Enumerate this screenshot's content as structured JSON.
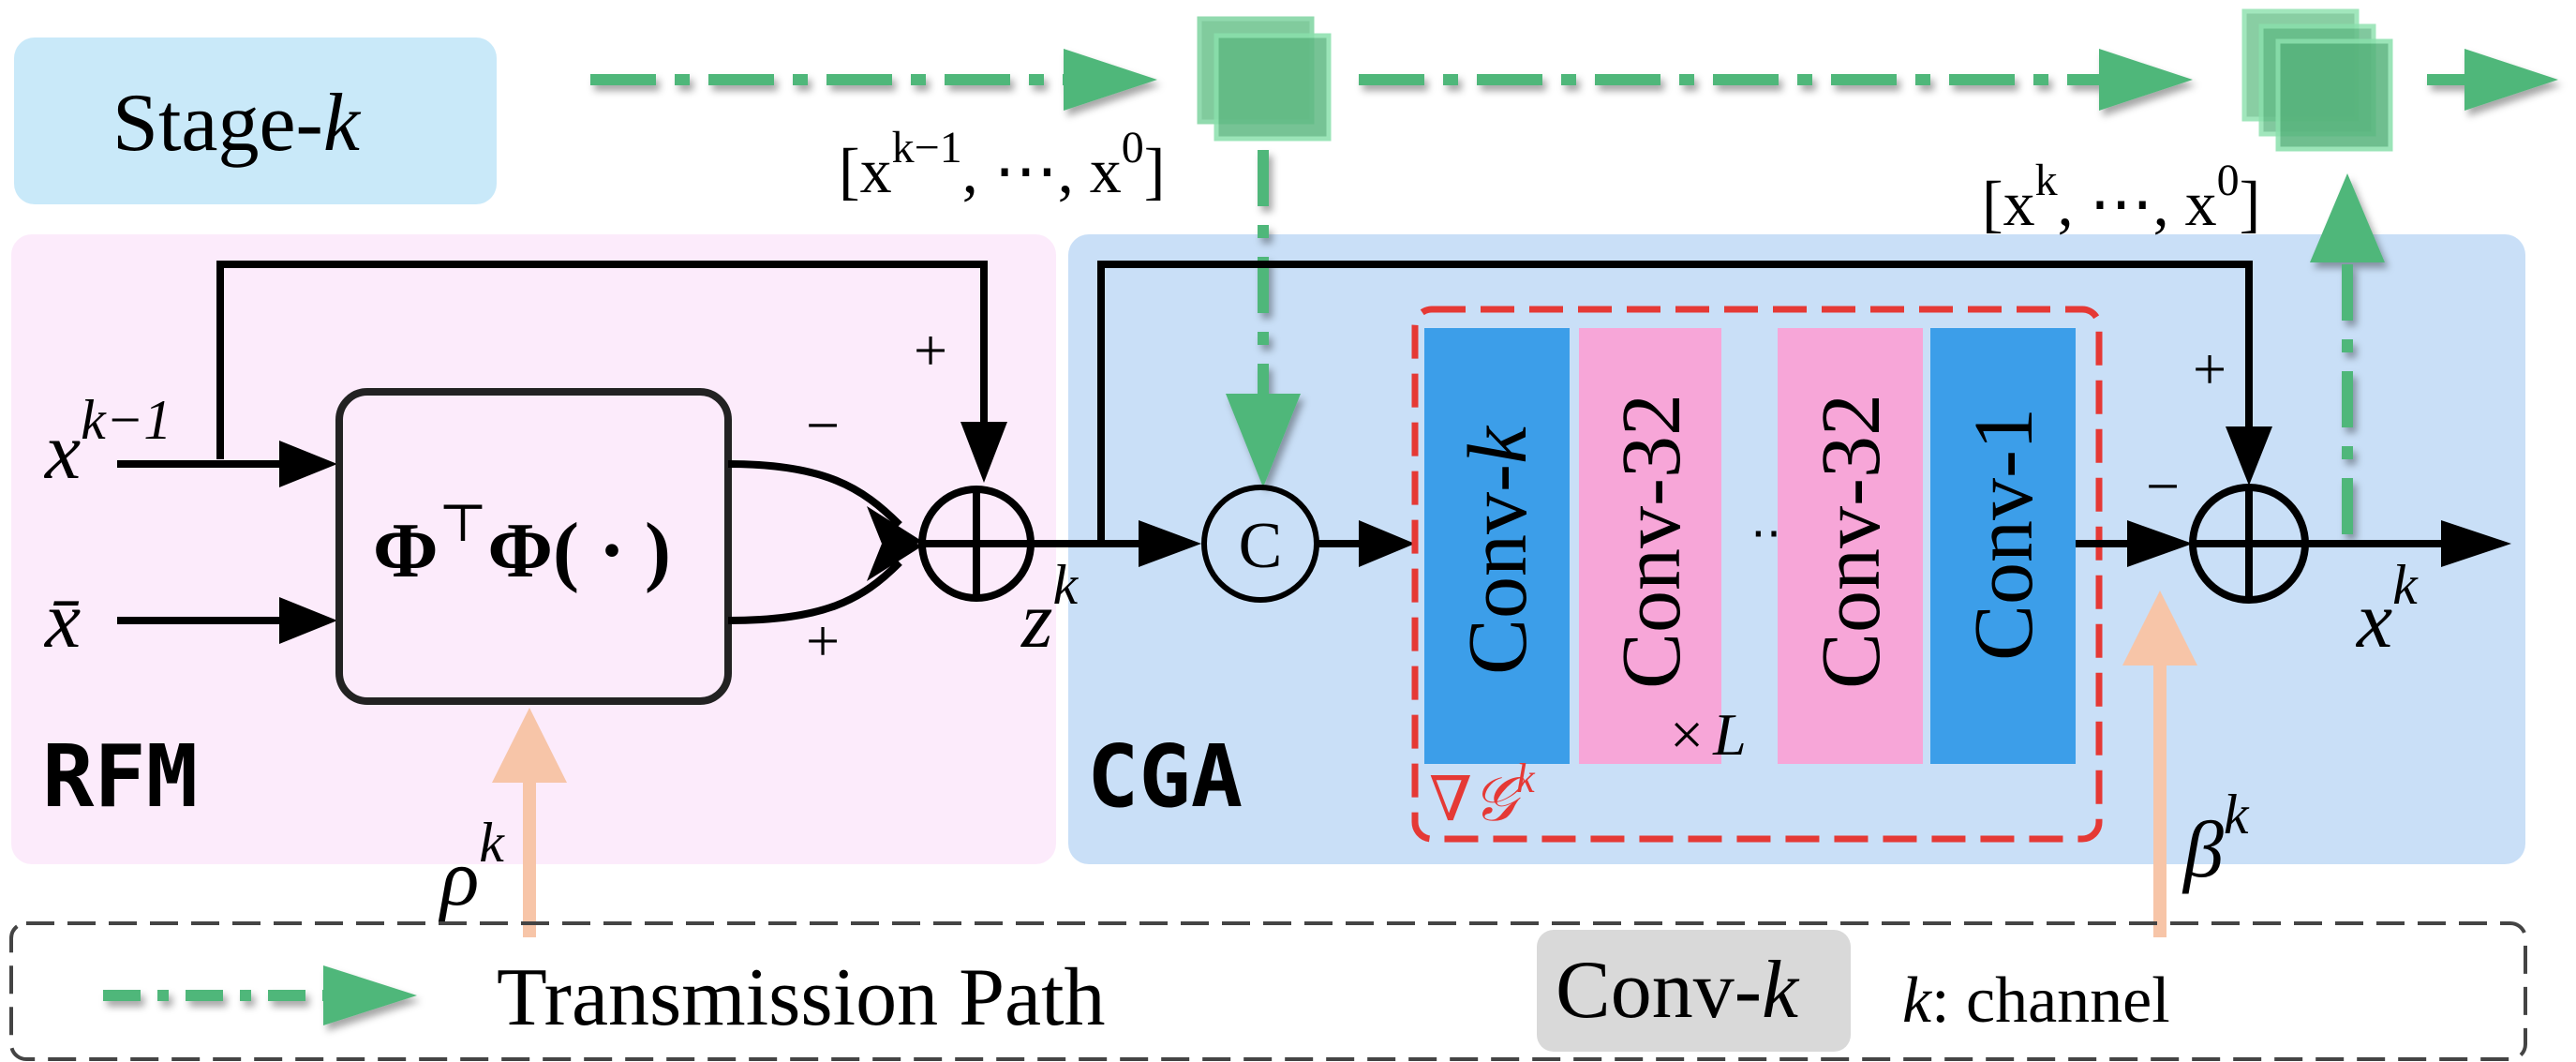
{
  "stage_label": {
    "prefix": "Stage-",
    "k": "k"
  },
  "history_in": {
    "text": "[x",
    "sup": "k−1",
    "mid": ", ⋯, x",
    "sup2": "0",
    "end": "]"
  },
  "history_out": {
    "text": "[x",
    "sup": "k",
    "mid": ", ⋯, x",
    "sup2": "0",
    "end": "]"
  },
  "inputs": {
    "x_prev": {
      "base": "x",
      "sup": "k−1"
    },
    "x_bar": "x̄"
  },
  "rfm": {
    "label": "RFM",
    "operator": "Φ",
    "operator_sup": "⊤",
    "operator_rest": "Φ( · )",
    "minus": "−",
    "plus": "+",
    "skip_plus": "+"
  },
  "z_label": {
    "base": "z",
    "sup": "k"
  },
  "rho_label": {
    "base": "ρ",
    "sup": "k"
  },
  "cga": {
    "label": "CGA",
    "concat": "C",
    "blocks": [
      "Conv-",
      "Conv-32",
      "Conv-32",
      "Conv-1"
    ],
    "first_block_k": "k",
    "dots": "⋯",
    "repeat": {
      "times": "×",
      "L": "L"
    },
    "grad": {
      "nabla": "∇",
      "G": "𝒢",
      "sup": "k"
    },
    "skip_plus": "+",
    "minus": "−"
  },
  "x_out": {
    "base": "x",
    "sup": "k"
  },
  "beta_label": {
    "base": "β",
    "sup": "k"
  },
  "legend": {
    "path_label": "Transmission Path",
    "conv_box": {
      "prefix": "Conv-",
      "k": "k"
    },
    "channel_note": {
      "k": "k",
      "rest": ": channel"
    }
  },
  "colors": {
    "stage_bg": "#c9e9f9",
    "rfm_bg": "#fcebfb",
    "cga_bg": "#c9dff7",
    "conv_blue": "#3c9ee9",
    "conv_pink": "#f7a6d8",
    "green": "#4fb77a",
    "red_dash": "#e53935",
    "peach": "#f7c5a8",
    "legend_conv_bg": "#d9d9d9"
  }
}
